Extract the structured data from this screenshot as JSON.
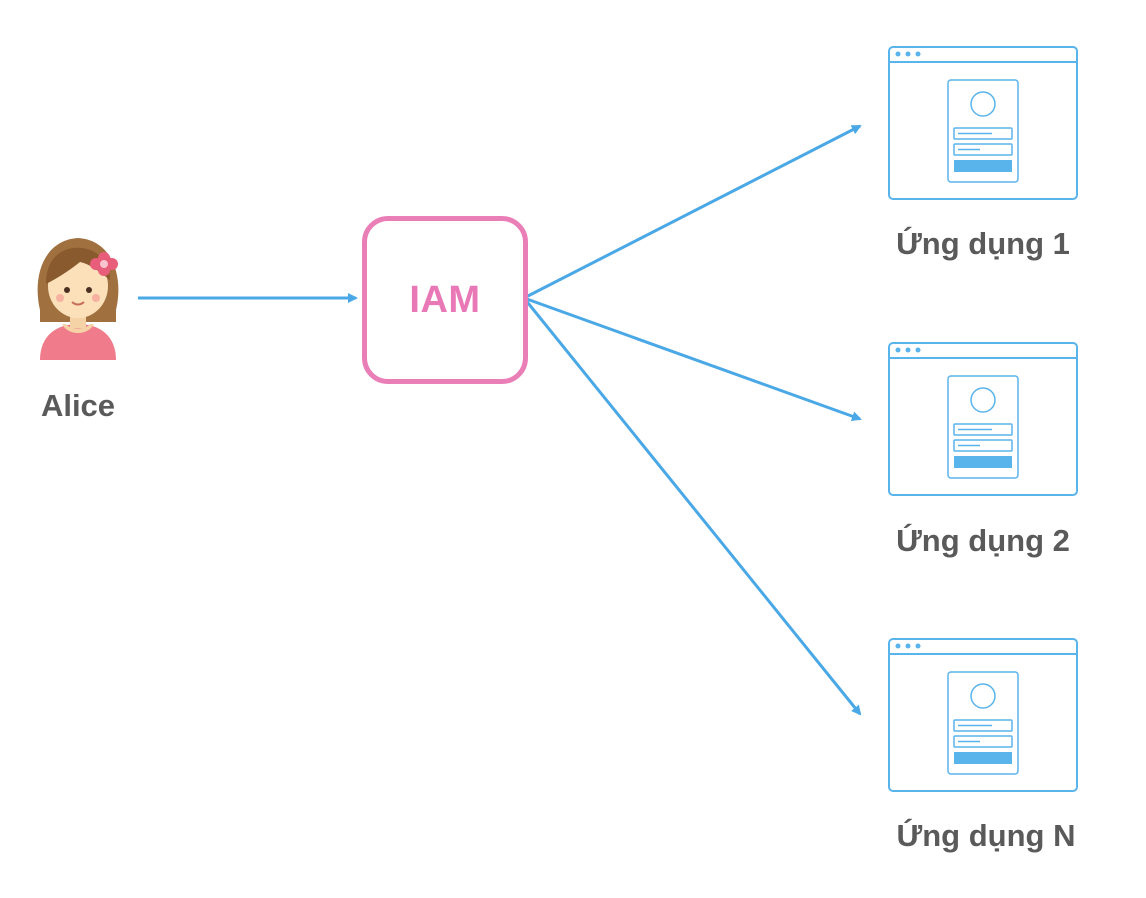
{
  "person": {
    "name": "Alice",
    "icon": "girl-avatar-icon"
  },
  "iam": {
    "label": "IAM",
    "color": "#e978b6"
  },
  "apps": [
    {
      "label": "Ứng dụng 1",
      "icon": "browser-login-window-icon"
    },
    {
      "label": "Ứng dụng 2",
      "icon": "browser-login-window-icon"
    },
    {
      "label": "Ứng dụng N",
      "icon": "browser-login-window-icon"
    }
  ],
  "colors": {
    "arrow": "#4aa8e6",
    "window_stroke": "#5ab4ec",
    "window_button": "#5ab4ec",
    "label_text": "#5a5a5a"
  }
}
